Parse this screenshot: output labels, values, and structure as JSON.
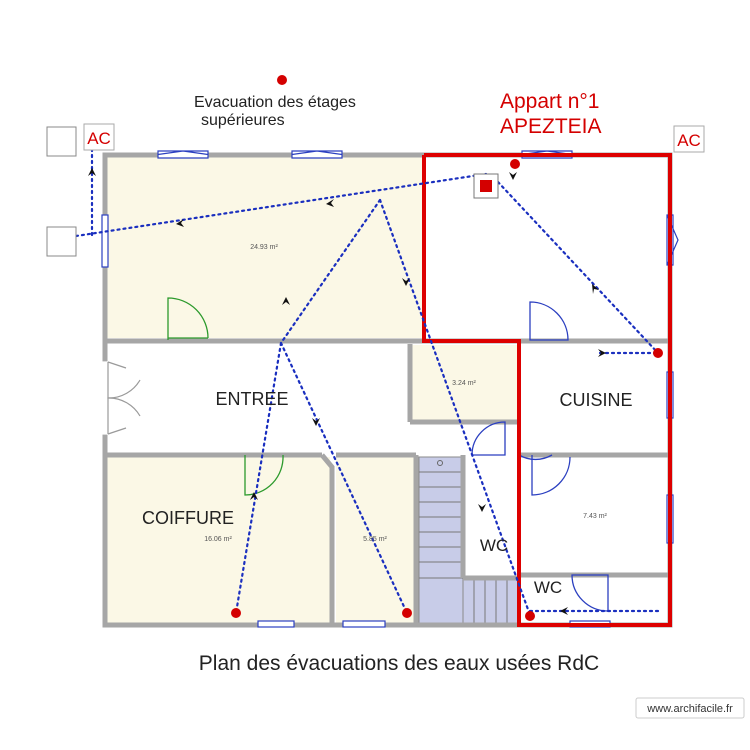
{
  "title": "Plan des évacuations des eaux usées RdC",
  "apartment": {
    "line1": "Appart n°1",
    "line2": "APEZTEIA"
  },
  "upper_floors_label": {
    "line1": "Evacuation des étages",
    "line2": "supérieures"
  },
  "ac_labels": [
    "AC",
    "AC"
  ],
  "rooms": {
    "entree": "ENTREE",
    "cuisine": "CUISINE",
    "coiffure": "COIFFURE",
    "wc1": "WC",
    "wc2": "WC"
  },
  "areas": {
    "main_room": "24.93 m²",
    "small_room": "3.24 m²",
    "coiffure": "16.06 m²",
    "side_room": "5.85 m²",
    "kitchen_room": "7.43 m²"
  },
  "watermark": "www.archifacile.fr",
  "colors": {
    "wall": "#a6a6a6",
    "apartment_border": "#dd0000",
    "room_fill": "#fbf8e6",
    "stair_fill": "#c8cce8",
    "pipe": "#1a2fbf",
    "drain_point": "#d40000",
    "door_blue": "#2b3fc0",
    "door_green": "#2c9a2c"
  }
}
